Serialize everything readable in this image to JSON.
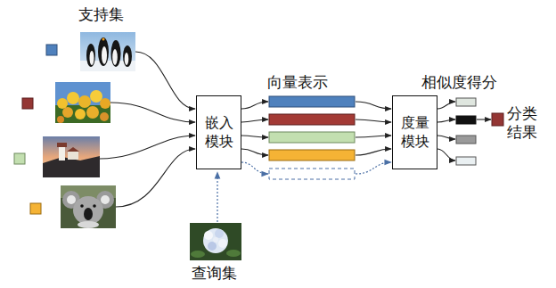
{
  "diagram": {
    "nodes": [
      {
        "text": [
          "嵌入 模块"
        ]
      },
      {
        "text": [
          "度量 模块"
        ]
      }
    ],
    "labels": [
      "支持集",
      "向量表示",
      "相似度得分",
      "分类 结果",
      "查询集"
    ]
  }
}
